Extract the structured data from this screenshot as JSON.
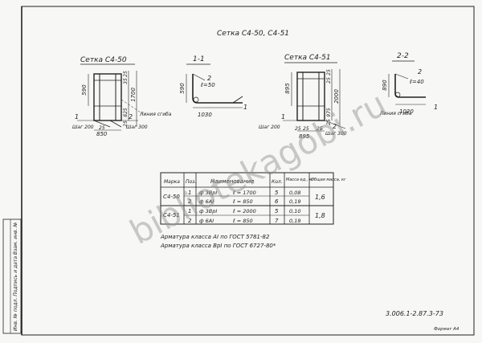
{
  "sheet": {
    "title": "Сетка С4-50, С4-51",
    "watermark": "bibliotekagobi.ru",
    "sheet_code": "3.006.1-2.87.3-73",
    "format_label": "Формат А4",
    "side_stamp": "Инв. № подл.  Подпись и дата  Взам. инв. №"
  },
  "views": {
    "c450": {
      "title": "Сетка С4-50",
      "dims": [
        "590",
        "25",
        "35",
        "1700",
        "25",
        "25"
      ],
      "dim_825": "825",
      "dim_850": "850",
      "mark1": "1",
      "mark2": "2",
      "step_left": "Шаг 200",
      "step_right": "Шаг 300",
      "bend_note": "Линия сгиба"
    },
    "sec11": {
      "title": "1-1",
      "dim_590": "590",
      "mark2": "2",
      "l_note": "ℓ=50",
      "dim_1030": "1030",
      "mark1": "1"
    },
    "c451": {
      "title": "Сетка С4-51",
      "dim_895": "895",
      "dims_small": [
        "25",
        "25"
      ],
      "dim_2000": "2000",
      "dim_975": "975",
      "dim_25b": "25",
      "mark1": "1",
      "mark2": "2",
      "step_left": "Шаг 200",
      "step_right": "Шаг 300",
      "dims_bottom": [
        "25",
        "25",
        "2Б"
      ],
      "dim_895b": "895"
    },
    "sec22": {
      "title": "2-2",
      "dim_890": "890",
      "mark2": "2",
      "l_note": "ℓ=40",
      "dim_1020": "1020",
      "mark1": "1",
      "bend_note": "Линия сгиба"
    }
  },
  "table": {
    "headers": [
      "Марка",
      "Поз.",
      "Наименование",
      "Кол.",
      "Масса ед., кг",
      "Общая масса, кг"
    ],
    "rows": [
      {
        "mark": "С4-50",
        "pos": "1",
        "name": "ф 3ВрI",
        "length": "ℓ = 1700",
        "qty": "5",
        "mass": "0,08"
      },
      {
        "mark": "",
        "pos": "2",
        "name": "ф 6AI",
        "length": "ℓ = 850",
        "qty": "6",
        "mass": "0,19"
      },
      {
        "mark": "С4-51",
        "pos": "1",
        "name": "ф 3ВрI",
        "length": "ℓ = 2000",
        "qty": "5",
        "mass": "0,10"
      },
      {
        "mark": "",
        "pos": "2",
        "name": "ф 6AI",
        "length": "ℓ = 850",
        "qty": "7",
        "mass": "0,19"
      }
    ],
    "totals": [
      "1,6",
      "1,8"
    ]
  },
  "notes": [
    "Арматура класса АI по ГОСТ 5781-82",
    "Арматура класса ВрI по ГОСТ 6727-80*"
  ]
}
